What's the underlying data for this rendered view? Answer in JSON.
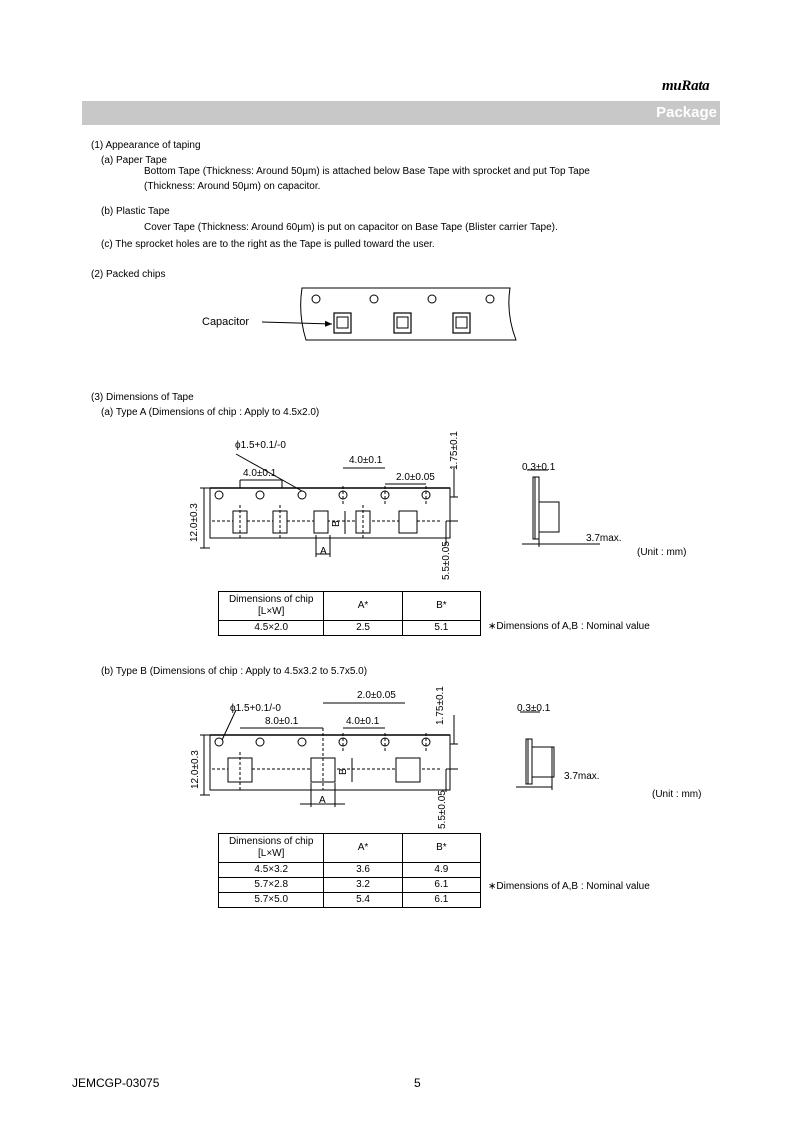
{
  "header": {
    "logo": "muRata",
    "section_title": "Package"
  },
  "section1": {
    "heading": "(1) Appearance of taping",
    "paper_tape_label": "(a) Paper Tape",
    "paper_tape_line1": "Bottom Tape (Thickness: Around 50μm) is attached below Base Tape with sprocket and put Top Tape",
    "paper_tape_line2": "(Thickness: Around 50μm) on capacitor.",
    "plastic_tape_label": "(b) Plastic Tape",
    "plastic_tape_line": "Cover Tape (Thickness: Around 60μm) is put on capacitor on Base Tape (Blister carrier Tape).",
    "sprocket_note": "(c) The sprocket holes are to the right as the Tape is pulled toward the user."
  },
  "section2": {
    "heading": "(2) Packed chips",
    "capacitor_label": "Capacitor"
  },
  "section3": {
    "heading": "(3) Dimensions of Tape",
    "type_a": {
      "label": "(a) Type A (Dimensions of chip : Apply to 4.5x2.0)",
      "dims": {
        "hole_dia": "ϕ1.5+0.1/-0",
        "pitch_left": "4.0±0.1",
        "pitch_top": "4.0±0.1",
        "sprocket_offset": "2.0±0.05",
        "edge": "1.75±0.1",
        "width": "12.0±0.3",
        "center": "5.5±0.05",
        "a": "A",
        "b": "B",
        "thickness": "0.3±0.1",
        "max_height": "3.7max.",
        "unit": "(Unit : mm)"
      },
      "table": {
        "headers": [
          "Dimensions of chip",
          "[L×W]",
          "A*",
          "B*"
        ],
        "rows": [
          [
            "4.5×2.0",
            "2.5",
            "5.1"
          ]
        ]
      },
      "note": "∗Dimensions of A,B : Nominal value"
    },
    "type_b": {
      "label": "(b) Type B (Dimensions of chip : Apply to 4.5x3.2 to 5.7x5.0)",
      "dims": {
        "hole_dia": "ϕ1.5+0.1/-0",
        "pitch_left": "8.0±0.1",
        "pitch_top": "4.0±0.1",
        "sprocket_offset": "2.0±0.05",
        "edge": "1.75±0.1",
        "width": "12.0±0.3",
        "center": "5.5±0.05",
        "a": "A",
        "b": "B",
        "thickness": "0.3±0.1",
        "max_height": "3.7max.",
        "unit": "(Unit : mm)"
      },
      "table": {
        "headers": [
          "Dimensions of chip",
          "[L×W]",
          "A*",
          "B*"
        ],
        "rows": [
          [
            "4.5×3.2",
            "3.6",
            "4.9"
          ],
          [
            "5.7×2.8",
            "3.2",
            "6.1"
          ],
          [
            "5.7×5.0",
            "5.4",
            "6.1"
          ]
        ]
      },
      "note": "∗Dimensions of A,B : Nominal value"
    }
  },
  "footer": {
    "doc_number": "JEMCGP-03075",
    "page_number": "5"
  }
}
